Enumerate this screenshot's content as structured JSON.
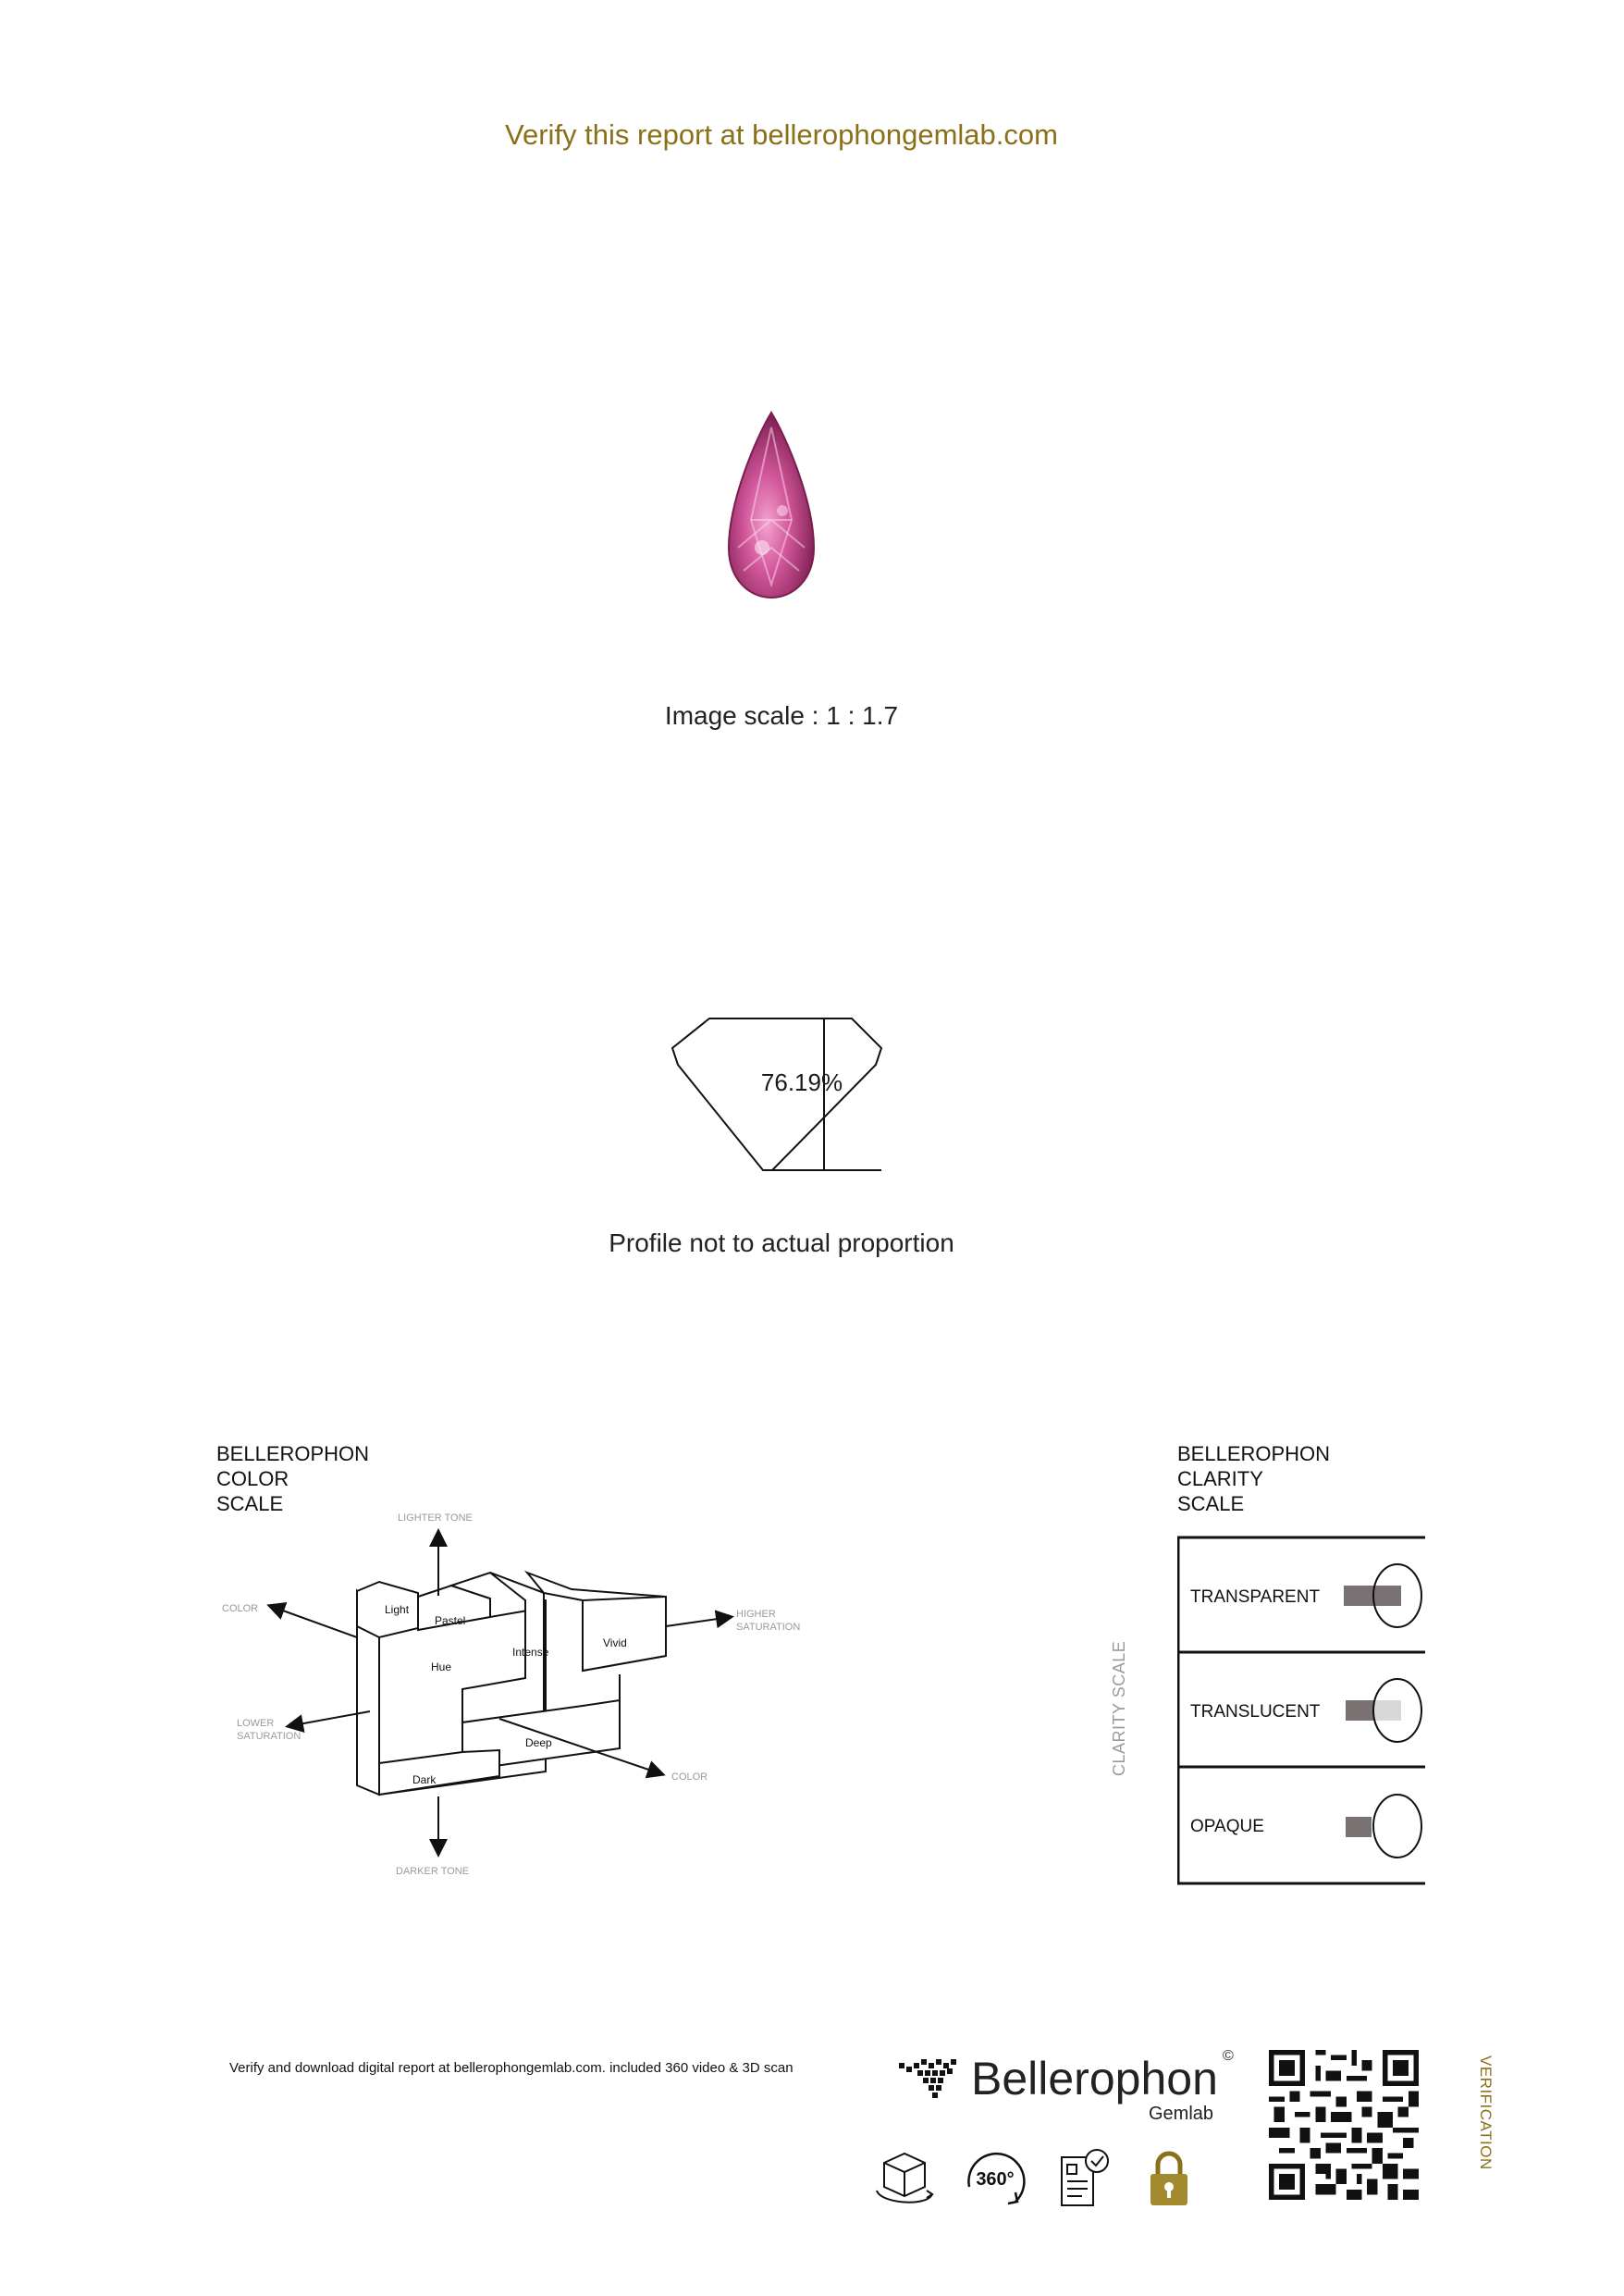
{
  "header": {
    "verify_text": "Verify this report at bellerophongemlab.com"
  },
  "gem_image": {
    "caption": "Image scale : 1 : 1.7"
  },
  "profile": {
    "percentage": "76.19%",
    "caption": "Profile not to actual proportion"
  },
  "color_scale": {
    "title_line1": "BELLEROPHON",
    "title_line2": "COLOR",
    "title_line3": "SCALE",
    "labels": {
      "lighter_tone": "LIGHTER TONE",
      "darker_tone": "DARKER TONE",
      "color_left": "COLOR",
      "color_right": "COLOR",
      "lower_sat_1": "LOWER",
      "lower_sat_2": "SATURATION",
      "higher_sat_1": "HIGHER",
      "higher_sat_2": "SATURATION",
      "light": "Light",
      "pastel": "Pastel",
      "hue": "Hue",
      "intense": "Intense",
      "vivid": "Vivid",
      "deep": "Deep",
      "dark": "Dark"
    }
  },
  "clarity_scale": {
    "title_line1": "BELLEROPHON",
    "title_line2": "CLARITY",
    "title_line3": "SCALE",
    "side_label": "CLARITY SCALE",
    "rows": [
      {
        "label": "TRANSPARENT"
      },
      {
        "label": "TRANSLUCENT"
      },
      {
        "label": "OPAQUE"
      }
    ]
  },
  "footer": {
    "download_text": "Verify and download digital report at bellerophongemlab.com. included 360 video & 3D scan",
    "brand_name": "Bellerophon",
    "brand_copyright": "©",
    "brand_sub": "Gemlab",
    "icon_360_label": "360°",
    "verification_label": "VERIFICATION",
    "icons": [
      "3d-cube-icon",
      "rotation-360-icon",
      "certificate-icon",
      "lock-icon",
      "qr-code-icon"
    ]
  },
  "colors": {
    "gold": "#8a7018",
    "gem_pink": "#c24a86"
  }
}
